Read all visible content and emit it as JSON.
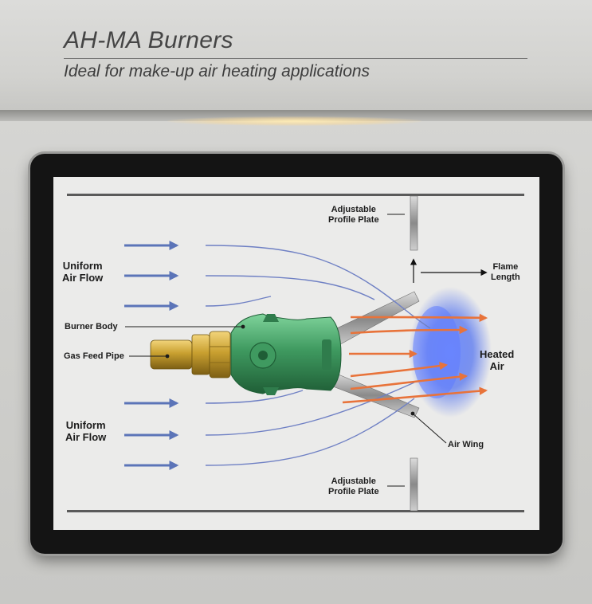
{
  "header": {
    "title": "AH-MA Burners",
    "subtitle": "Ideal for make-up air heating applications"
  },
  "diagram": {
    "labels": {
      "profile_plate_top": "Adjustable\nProfile Plate",
      "profile_plate_bottom": "Adjustable\nProfile Plate",
      "flame_length": "Flame\nLength",
      "uniform_air_flow_top": "Uniform\nAir Flow",
      "uniform_air_flow_bottom": "Uniform\nAir Flow",
      "burner_body": "Burner Body",
      "gas_feed_pipe": "Gas Feed Pipe",
      "heated_air": "Heated\nAir",
      "air_wing": "Air Wing"
    },
    "colors": {
      "air_arrow": "#5b74b8",
      "heated_arrow": "#e8733a",
      "burner_body": "#3f9a60",
      "brass": "#c9a030",
      "flame": "#4a6cf0"
    }
  }
}
